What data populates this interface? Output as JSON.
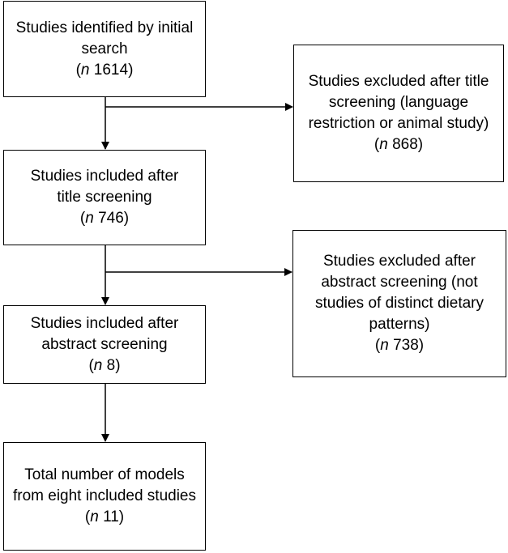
{
  "boxes": {
    "initial_search": {
      "lines": [
        "Studies identified by initial",
        "search"
      ],
      "count": "1614"
    },
    "excluded_title": {
      "lines": [
        "Studies excluded after title",
        "screening (language",
        "restriction or animal study)"
      ],
      "count": "868"
    },
    "included_title": {
      "lines": [
        "Studies included after",
        "title screening"
      ],
      "count": "746"
    },
    "excluded_abstract": {
      "lines": [
        "Studies excluded after",
        "abstract screening (not",
        "studies of distinct dietary",
        "patterns)"
      ],
      "count": "738"
    },
    "included_abstract": {
      "lines": [
        "Studies included after",
        "abstract screening"
      ],
      "count": "8"
    },
    "total_models": {
      "lines": [
        "Total number of models",
        "from eight included studies"
      ],
      "count": "11"
    }
  },
  "count_prefix": "n"
}
